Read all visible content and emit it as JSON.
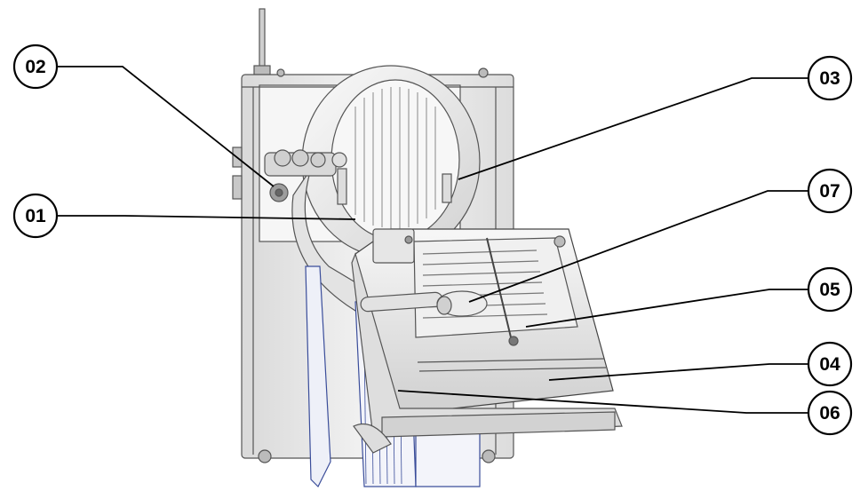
{
  "diagram": {
    "callouts": [
      {
        "id": "01",
        "label": "01"
      },
      {
        "id": "02",
        "label": "02"
      },
      {
        "id": "03",
        "label": "03"
      },
      {
        "id": "07",
        "label": "07"
      },
      {
        "id": "05",
        "label": "05"
      },
      {
        "id": "04",
        "label": "04"
      },
      {
        "id": "06",
        "label": "06"
      }
    ]
  },
  "colors": {
    "outline": "#000000",
    "body": "#e6e6e6",
    "metal": "#f2f2f2",
    "shadow": "#bdbdbd",
    "accent_blue": "#3a4d9a"
  }
}
